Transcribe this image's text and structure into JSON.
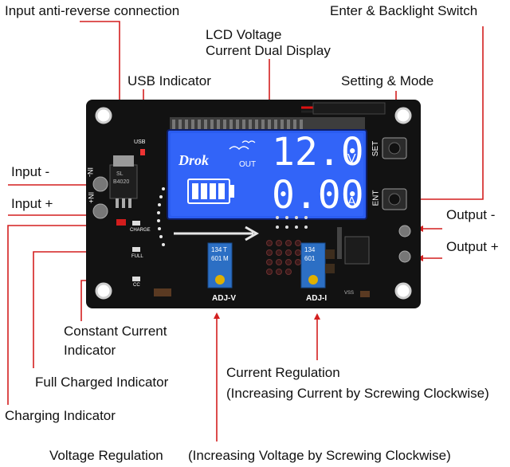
{
  "labels": {
    "anti_reverse": "Input anti-reverse connection",
    "backlight": "Enter & Backlight Switch",
    "lcd_1": "LCD Voltage",
    "lcd_2": "Current Dual Display",
    "usb": "USB Indicator",
    "setting": "Setting & Mode",
    "input_minus": "Input -",
    "input_plus": "Input +",
    "output_minus": "Output -",
    "output_plus": "Output +",
    "cc_1": "Constant Current",
    "cc_2": "Indicator",
    "full": "Full Charged Indicator",
    "current_reg_1": "Current Regulation",
    "current_reg_2": "(Increasing Current by Screwing Clockwise)",
    "charging": "Charging Indicator",
    "voltage_reg": "Voltage Regulation",
    "voltage_reg_2": "(Increasing Voltage by Screwing Clockwise)"
  },
  "board": {
    "brand": "Drok",
    "lcd_out": "OUT",
    "lcd_voltage": "12.0",
    "lcd_voltage_unit": "V",
    "lcd_current": "0.00",
    "lcd_current_unit": "A",
    "usb_text": "USB",
    "set_text": "SET",
    "ent_text": "ENT",
    "in_minus": "IN-",
    "in_plus": "IN+",
    "charge_text": "CHARGE",
    "full_text": "FULL",
    "cc_text": "CC",
    "adj_v": "ADJ-V",
    "adj_i": "ADJ-I",
    "pot_text_1": "134",
    "pot_text_2": "601",
    "pot_text_3": "M",
    "pot_text_4": "T",
    "chip_text_1": "SL",
    "chip_text_2": "B4020",
    "vss": "VSS"
  },
  "colors": {
    "pcb": "#121212",
    "lcd": "#2a5cf0",
    "lcd_glow": "#5f86ff",
    "pot": "#2c6fc4",
    "arrow": "#d31f1f"
  }
}
